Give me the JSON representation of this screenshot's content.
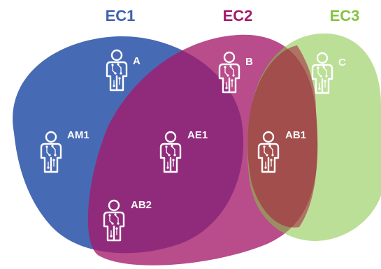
{
  "sets": [
    {
      "id": "EC1",
      "label": "EC1",
      "color": "#3d62b0"
    },
    {
      "id": "EC2",
      "label": "EC2",
      "color": "#a51a6a"
    },
    {
      "id": "EC3",
      "label": "EC3",
      "color": "#84c441"
    }
  ],
  "agents": [
    {
      "id": "A",
      "label": "A",
      "icon": "robot-person-icon",
      "regions": [
        "EC1"
      ]
    },
    {
      "id": "B",
      "label": "B",
      "icon": "robot-person-icon",
      "regions": [
        "EC2"
      ]
    },
    {
      "id": "C",
      "label": "C",
      "icon": "robot-person-icon",
      "regions": [
        "EC3"
      ]
    },
    {
      "id": "AM1",
      "label": "AM1",
      "icon": "robot-person-icon",
      "regions": [
        "EC1"
      ]
    },
    {
      "id": "AE1",
      "label": "AE1",
      "icon": "robot-person-icon",
      "regions": [
        "EC1",
        "EC2"
      ]
    },
    {
      "id": "AB1",
      "label": "AB1",
      "icon": "robot-person-icon",
      "regions": [
        "EC2",
        "EC3"
      ]
    },
    {
      "id": "AB2",
      "label": "AB2",
      "icon": "robot-person-icon",
      "regions": [
        "EC1",
        "EC2"
      ]
    }
  ]
}
